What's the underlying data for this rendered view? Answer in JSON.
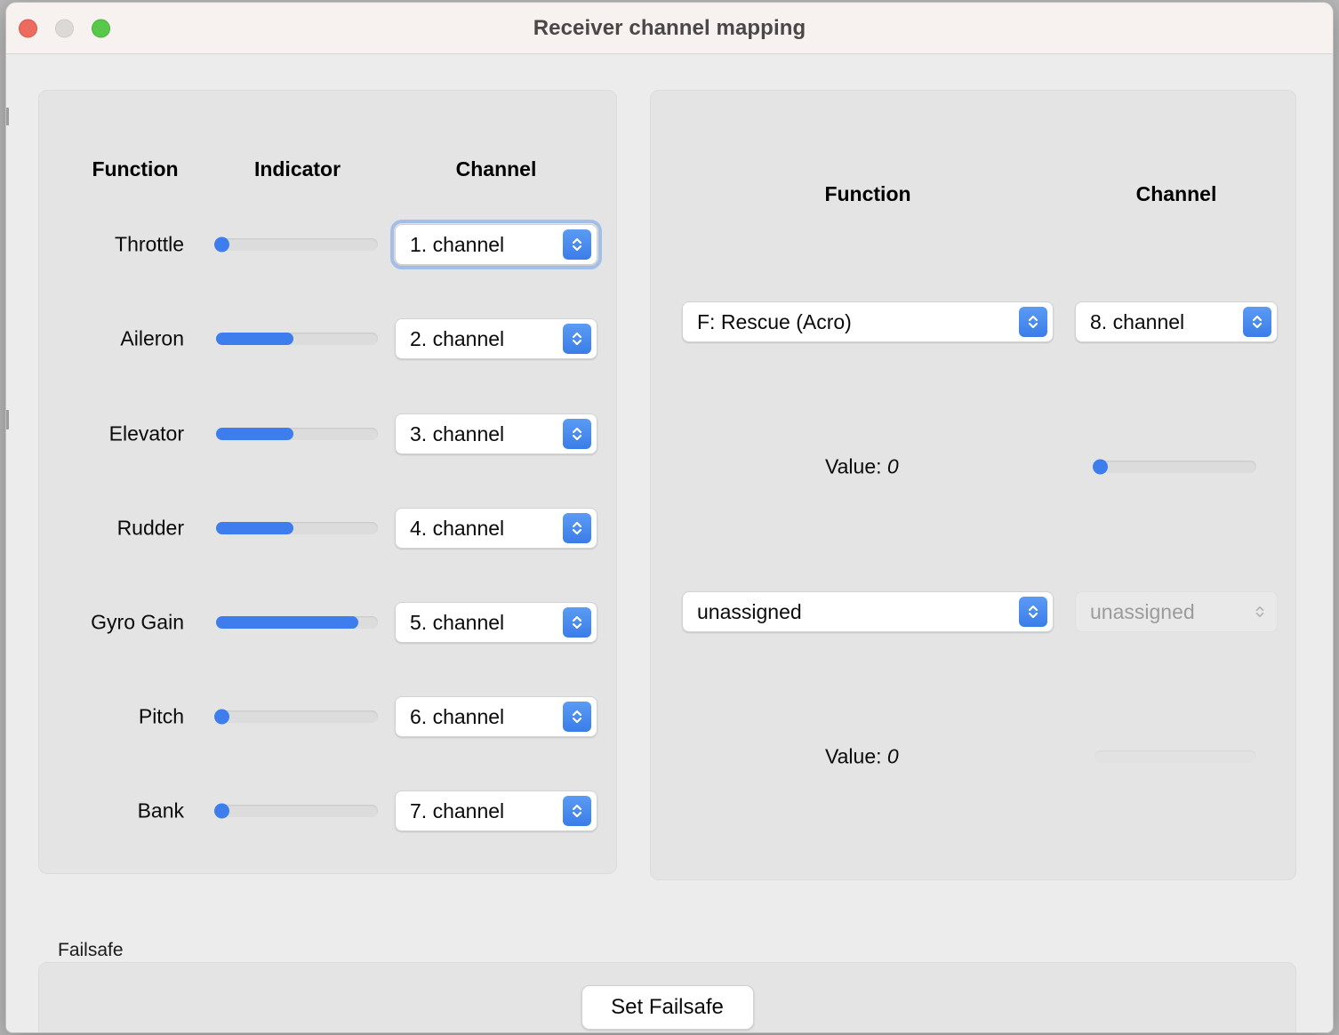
{
  "window": {
    "title": "Receiver channel mapping",
    "traffic_lights": [
      "close",
      "minimize",
      "zoom"
    ],
    "accent_color": "#3d7ded",
    "background_color": "#ececec",
    "panel_color": "#e4e4e4"
  },
  "left_panel": {
    "headers": {
      "function": "Function",
      "indicator": "Indicator",
      "channel": "Channel"
    },
    "rows": [
      {
        "function": "Throttle",
        "channel": "1. channel",
        "indicator_percent": 0,
        "style": "thumb",
        "focused": true
      },
      {
        "function": "Aileron",
        "channel": "2. channel",
        "indicator_percent": 48,
        "style": "fill",
        "focused": false
      },
      {
        "function": "Elevator",
        "channel": "3. channel",
        "indicator_percent": 48,
        "style": "fill",
        "focused": false
      },
      {
        "function": "Rudder",
        "channel": "4. channel",
        "indicator_percent": 48,
        "style": "fill",
        "focused": false
      },
      {
        "function": "Gyro Gain",
        "channel": "5. channel",
        "indicator_percent": 88,
        "style": "fill",
        "focused": false
      },
      {
        "function": "Pitch",
        "channel": "6. channel",
        "indicator_percent": 0,
        "style": "thumb",
        "focused": false
      },
      {
        "function": "Bank",
        "channel": "7. channel",
        "indicator_percent": 0,
        "style": "thumb",
        "focused": false
      }
    ]
  },
  "right_panel": {
    "headers": {
      "function": "Function",
      "channel": "Channel"
    },
    "rows": [
      {
        "function": "F: Rescue (Acro)",
        "channel": "8. channel",
        "value_prefix": "Value:",
        "value": "0",
        "slider_percent": 0,
        "function_disabled": false,
        "channel_disabled": false,
        "slider_disabled": false
      },
      {
        "function": "unassigned",
        "channel": "unassigned",
        "value_prefix": "Value:",
        "value": "0",
        "slider_percent": 0,
        "function_disabled": false,
        "channel_disabled": true,
        "slider_disabled": true
      }
    ]
  },
  "failsafe": {
    "group_label": "Failsafe",
    "button_label": "Set Failsafe"
  }
}
